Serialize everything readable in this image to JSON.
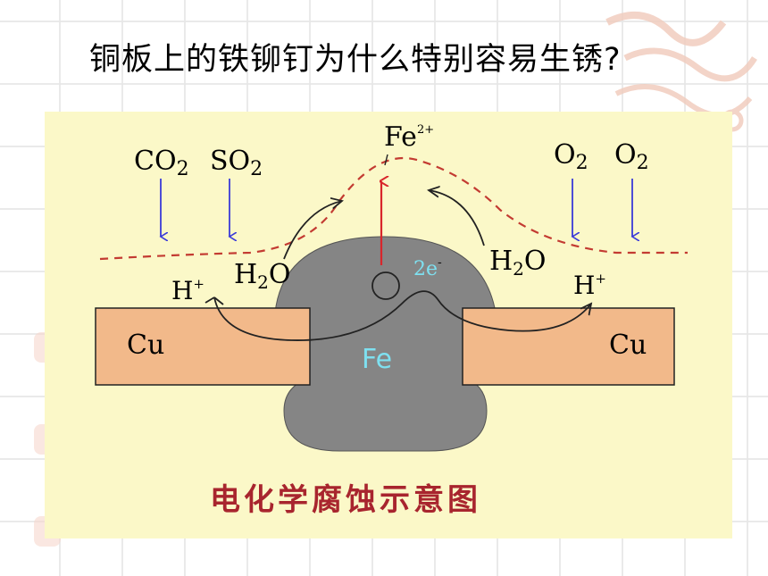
{
  "title": "铜板上的铁铆钉为什么特别容易生锈?",
  "diagram": {
    "caption": "电化学腐蚀示意图",
    "labels": {
      "co2_main": "CO",
      "co2_sub": "2",
      "so2_main": "SO",
      "so2_sub": "2",
      "o2_main": "O",
      "o2_sub": "2",
      "fe_ion_main": "Fe",
      "fe_ion_sup": "2+",
      "h2o_main": "H",
      "h2o_sub": "2",
      "h2o_tail": "O",
      "h_plus_main": "H",
      "h_plus_sup": "+",
      "electron_main": "2e",
      "electron_sup": "-",
      "cu": "Cu",
      "fe": "Fe"
    },
    "colors": {
      "background": "#fbf8c8",
      "copper": "#f2b98a",
      "iron": "#858585",
      "arrow_blue": "#3a3ad8",
      "arrow_red": "#d8262b",
      "dashed_line": "#c33b32",
      "caption": "#a8252e",
      "fe_label": "#7ee0f0"
    }
  }
}
